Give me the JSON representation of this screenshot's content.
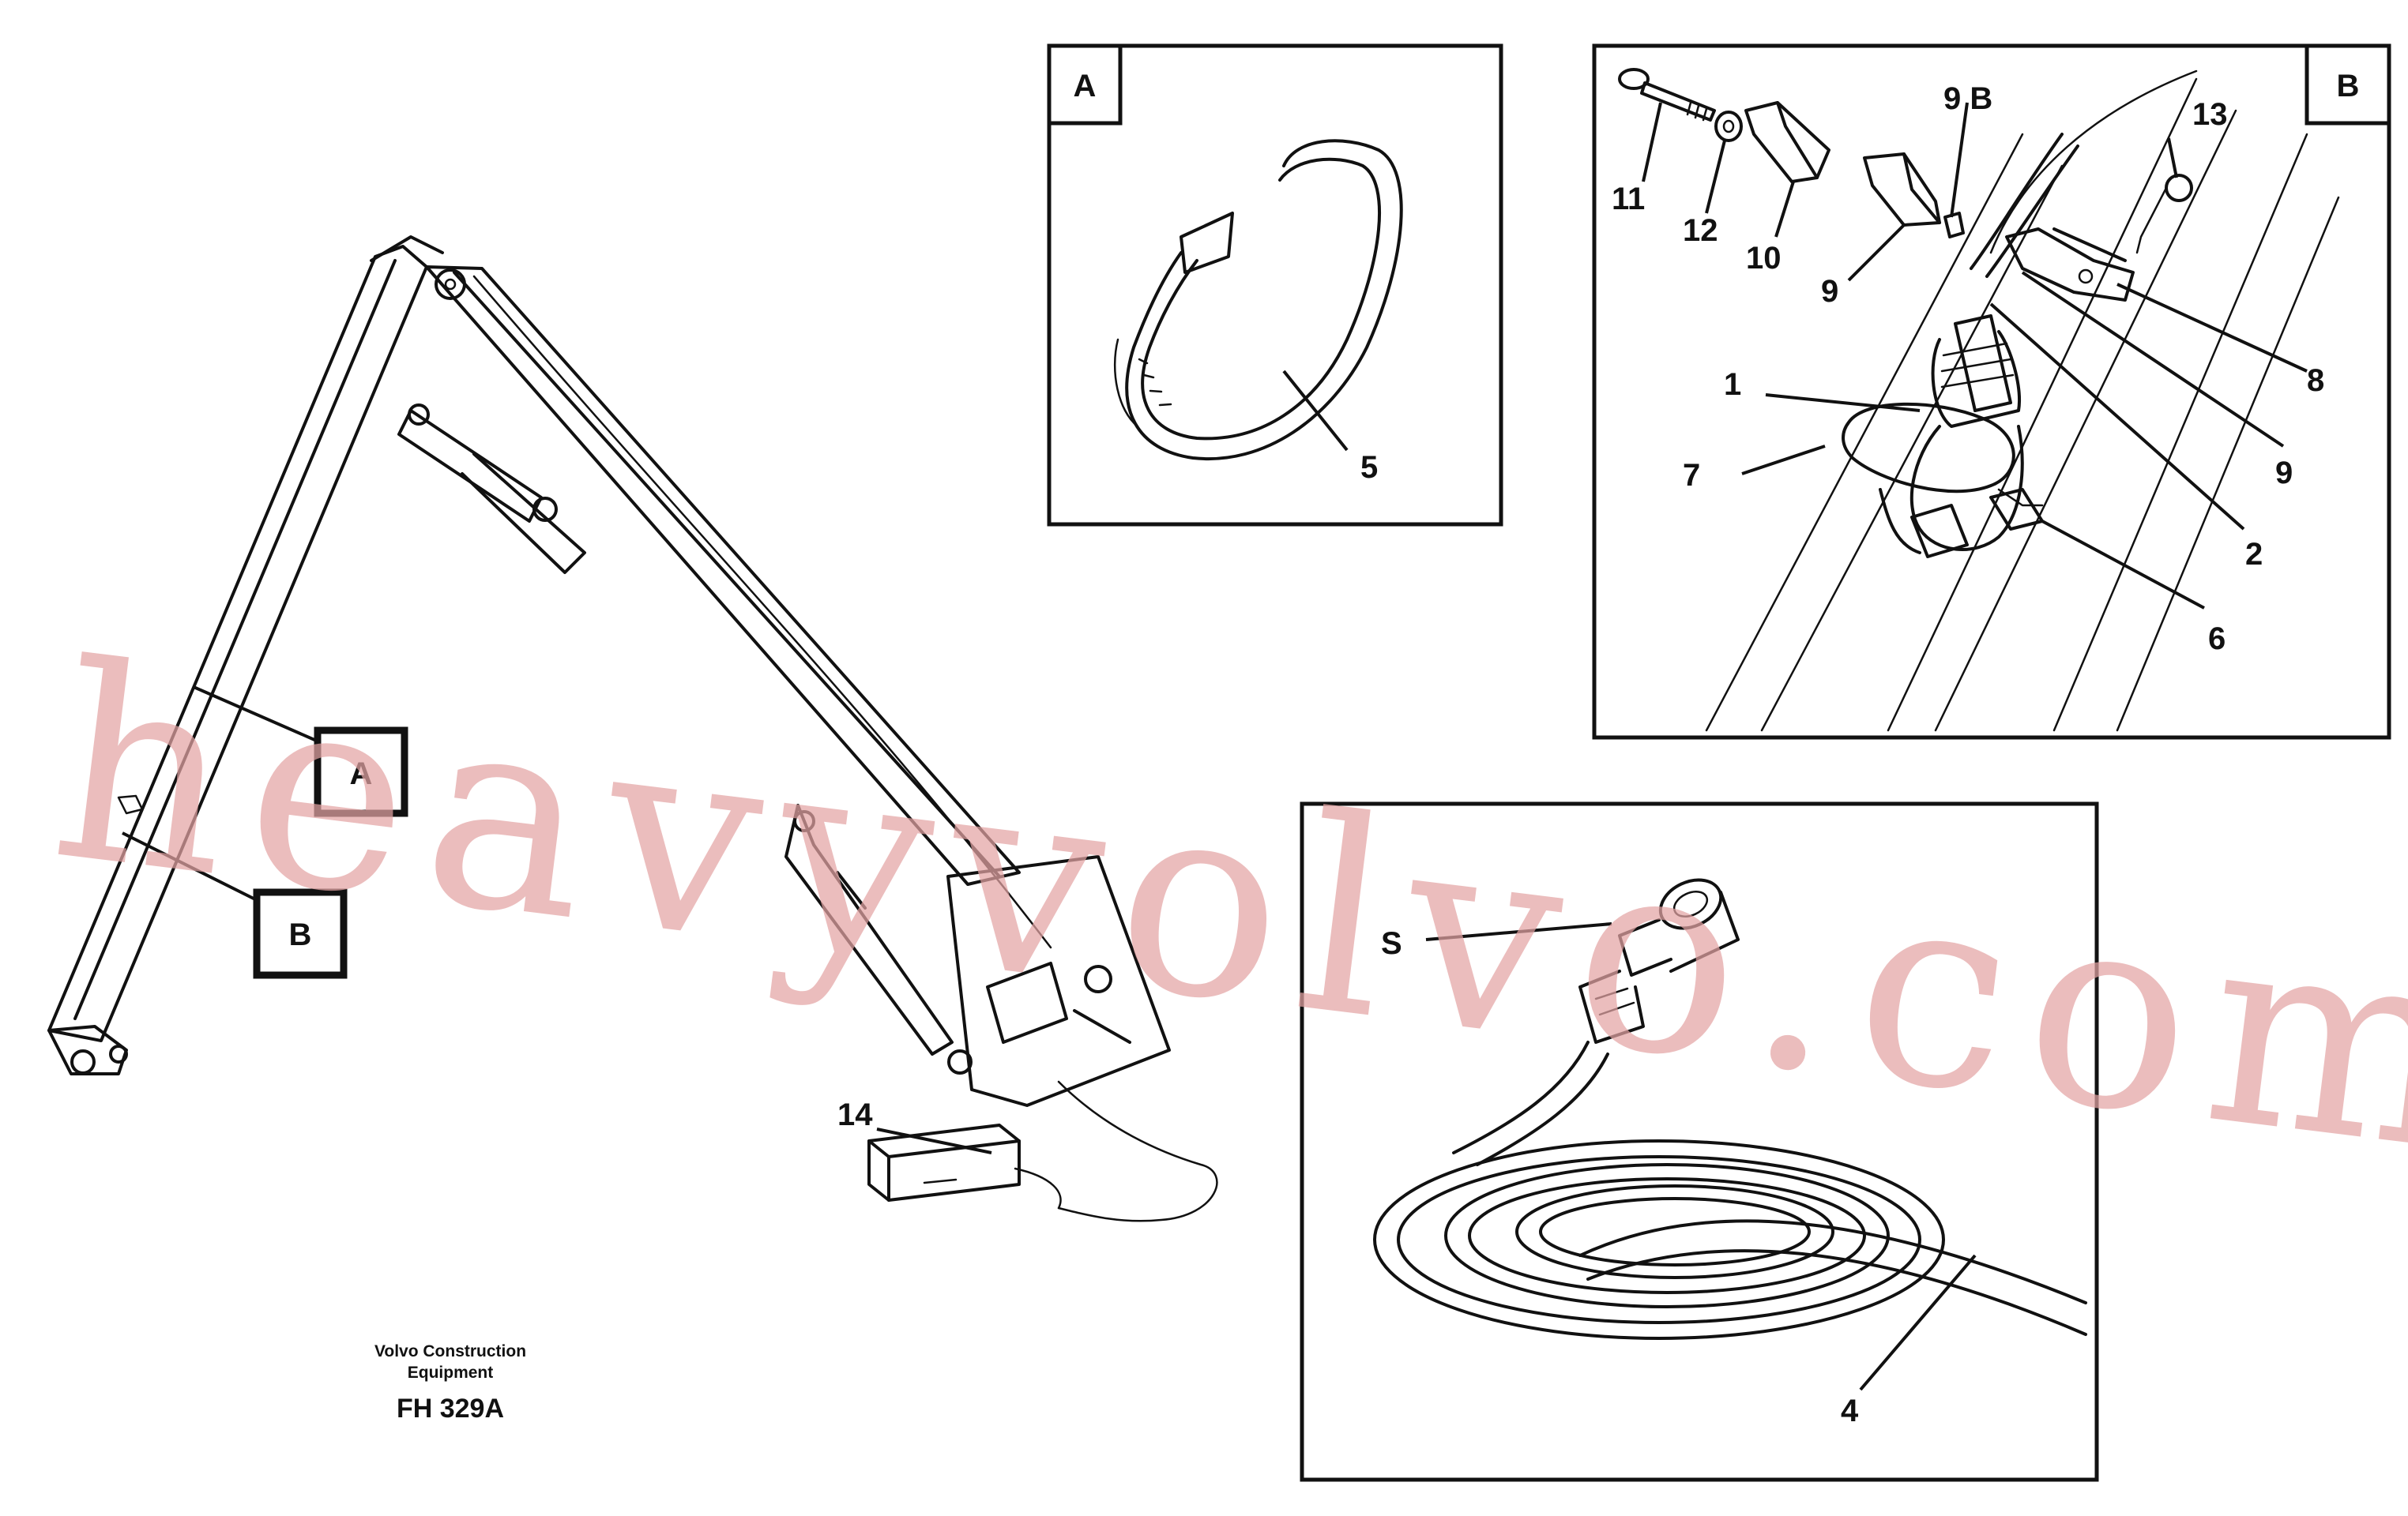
{
  "diagram": {
    "detail_a": {
      "tag": "A",
      "callouts": [
        {
          "id": "a5",
          "label": "5"
        }
      ]
    },
    "detail_b": {
      "tag": "B",
      "callouts": [
        {
          "id": "b9b",
          "label": "9 B"
        },
        {
          "id": "b13",
          "label": "13"
        },
        {
          "id": "b11",
          "label": "11"
        },
        {
          "id": "b12",
          "label": "12"
        },
        {
          "id": "b10",
          "label": "10"
        },
        {
          "id": "b9l",
          "label": "9"
        },
        {
          "id": "b8",
          "label": "8"
        },
        {
          "id": "b1",
          "label": "1"
        },
        {
          "id": "b9r",
          "label": "9"
        },
        {
          "id": "b7",
          "label": "7"
        },
        {
          "id": "b2",
          "label": "2"
        },
        {
          "id": "b6",
          "label": "6"
        }
      ]
    },
    "detail_s": {
      "callouts": [
        {
          "id": "s",
          "label": "S"
        },
        {
          "id": "s4",
          "label": "4"
        }
      ]
    },
    "main": {
      "tag_a": "A",
      "tag_b": "B",
      "callouts": [
        {
          "id": "m14",
          "label": "14"
        }
      ]
    },
    "caption": {
      "line1": "Volvo Construction",
      "line2": "Equipment",
      "code": "FH 329A"
    },
    "watermark": "heavyvolvo.com"
  }
}
